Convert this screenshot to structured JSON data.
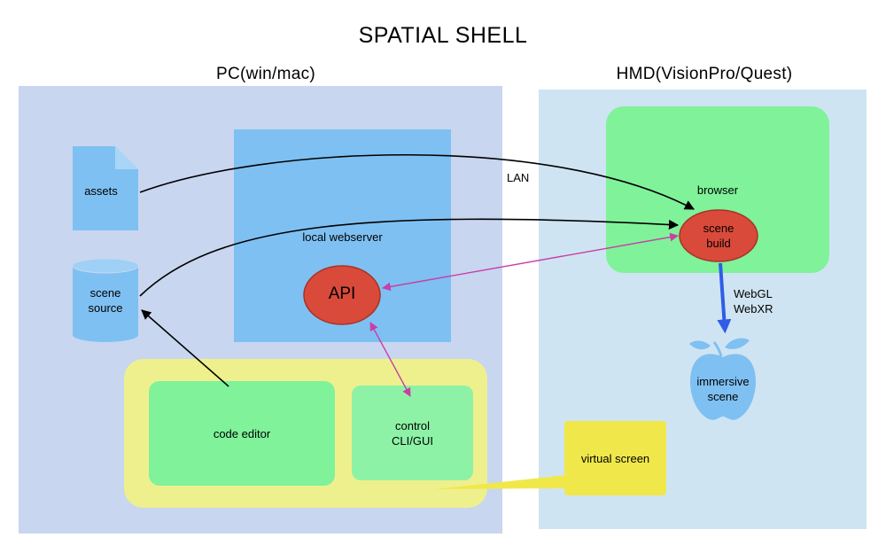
{
  "title": "SPATIAL SHELL",
  "pc": {
    "label": "PC(win/mac)"
  },
  "hmd": {
    "label": "HMD(VisionPro/Quest)"
  },
  "nodes": {
    "assets": "assets",
    "scene_source_line1": "scene",
    "scene_source_line2": "source",
    "local_webserver": "local webserver",
    "api": "API",
    "code_editor": "code editor",
    "control_line1": "control",
    "control_line2": "CLI/GUI",
    "browser": "browser",
    "scene_build_line1": "scene",
    "scene_build_line2": "build",
    "immersive_line1": "immersive",
    "immersive_line2": "scene",
    "virtual_screen": "virtual screen"
  },
  "edges": {
    "lan": "LAN",
    "webgl": "WebGL",
    "webxr": "WebXR"
  },
  "colors": {
    "pc_bg": "#c8d6f0",
    "hmd_bg": "#cfe4f2",
    "webserver": "#7fc0f2",
    "green_bright": "#7ff29a",
    "green_light": "#8ef2a6",
    "yellow_panel": "#eef08e",
    "virtual_screen": "#f0e84a",
    "api_red": "#d94a3a",
    "magenta_arrow": "#c83fa8",
    "blue_arrow": "#2f5de8",
    "icon_blue": "#7fc0f2"
  }
}
